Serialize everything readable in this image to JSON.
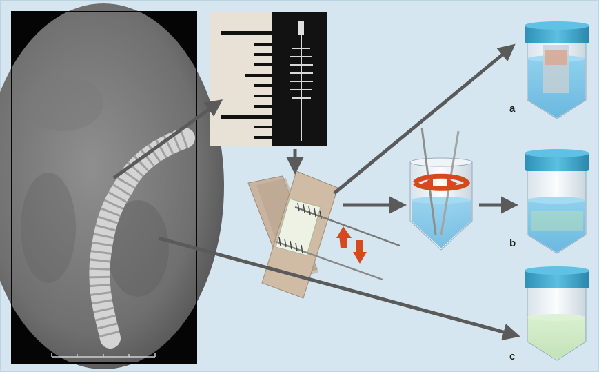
{
  "figure": {
    "panels": [
      {
        "id": "a",
        "label": "a"
      },
      {
        "id": "b",
        "label": "b"
      },
      {
        "id": "c",
        "label": "c"
      }
    ]
  },
  "colors": {
    "background": "#d6e6f0",
    "arrow": "#5a5a5a",
    "cap": "#3aa3c8",
    "liquid_blue": "#7fc4e6",
    "liquid_green": "#cfe9c6",
    "slide": "#c9b59f",
    "motion_arrow": "#d8481f"
  }
}
